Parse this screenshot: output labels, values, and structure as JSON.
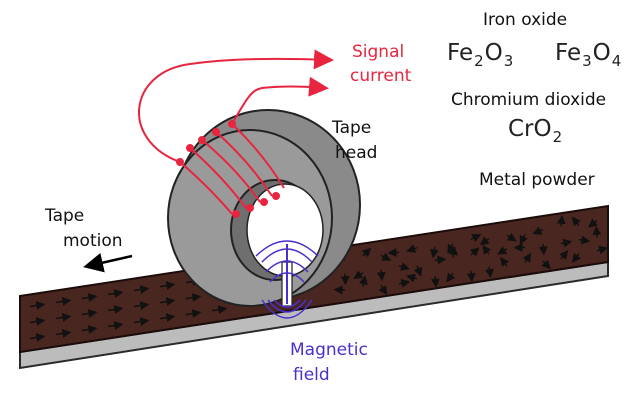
{
  "colors": {
    "signal": "#e8253f",
    "magnetic": "#4a2fcf",
    "tape": "#4a2620",
    "tape_edge": "#2a1512",
    "head": "#9a9a9a",
    "head_dark": "#6f6f6f",
    "text": "#111111"
  },
  "labels": {
    "iron_oxide": "Iron oxide",
    "fe2o3": {
      "el1": "Fe",
      "n1": "2",
      "el2": "O",
      "n2": "3"
    },
    "fe3o4": {
      "el1": "Fe",
      "n1": "3",
      "el2": "O",
      "n2": "4"
    },
    "chromium_dioxide": "Chromium dioxide",
    "cro2": {
      "el1": "CrO",
      "n1": "2"
    },
    "metal_powder": "Metal powder",
    "signal": "Signal",
    "current": "current",
    "tape_head_1": "Tape",
    "tape_head_2": "head",
    "tape_motion_1": "Tape",
    "tape_motion_2": "motion",
    "magnetic": "Magnetic",
    "field": "field"
  },
  "icons": [
    "signal-arrow-icon",
    "tape-motion-arrow-icon",
    "magnetic-field-lines-icon"
  ]
}
